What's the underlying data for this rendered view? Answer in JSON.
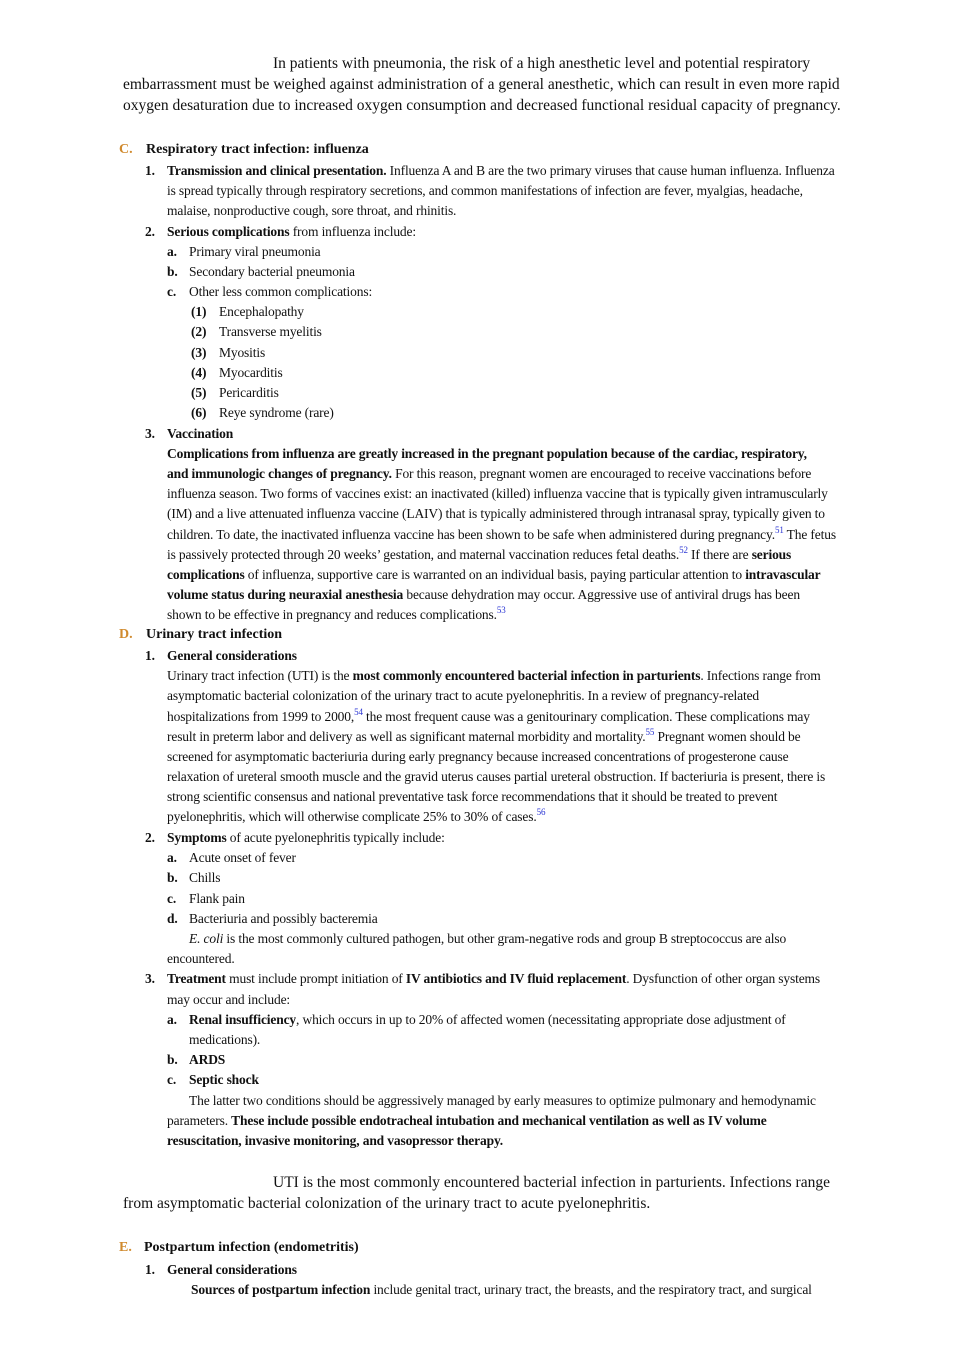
{
  "callout_top": {
    "line1": "In patients with pneumonia, the risk of a high anesthetic level and potential respiratory",
    "line2": "embarrassment must be weighed against administration of a general anesthetic, which can result in even more rapid",
    "line3": "oxygen desaturation due to increased oxygen consumption and decreased functional residual capacity of pregnancy."
  },
  "section_c": {
    "letter": "C.",
    "title": "Respiratory tract infection: influenza",
    "item1": {
      "num": "1.",
      "lead": "Transmission and clinical presentation.",
      "l1": " Influenza A and B are the two primary viruses that cause human influenza. Influenza",
      "l2": "is spread typically through respiratory secretions, and common manifestations of infection are fever, myalgias, headache,",
      "l3": "malaise, nonproductive cough, sore throat, and rhinitis."
    },
    "item2": {
      "num": "2.",
      "lead": "Serious complications",
      "rest": " from influenza include:",
      "a": {
        "let": "a.",
        "text": "Primary viral pneumonia"
      },
      "b": {
        "let": "b.",
        "text": "Secondary bacterial pneumonia"
      },
      "c": {
        "let": "c.",
        "text": "Other less common complications:"
      },
      "subs": [
        {
          "n": "(1)",
          "text": "Encephalopathy"
        },
        {
          "n": "(2)",
          "text": "Transverse myelitis"
        },
        {
          "n": "(3)",
          "text": "Myositis"
        },
        {
          "n": "(4)",
          "text": "Myocarditis"
        },
        {
          "n": "(5)",
          "text": "Pericarditis"
        },
        {
          "n": "(6)",
          "text": "Reye syndrome (rare)"
        }
      ]
    },
    "item3": {
      "num": "3.",
      "lead": "Vaccination",
      "p1": "Complications from influenza are greatly increased in the pregnant population because of the cardiac, respiratory,",
      "p2b": "and immunologic changes of pregnancy.",
      "p2": " For this reason, pregnant women are encouraged to receive vaccinations before",
      "p3": "influenza season. Two forms of vaccines exist: an inactivated (killed) influenza vaccine that is typically given intramuscularly",
      "p4": "(IM) and a live attenuated influenza vaccine (LAIV) that is typically administered through intranasal spray, typically given to",
      "p5": "children. To date, the inactivated influenza vaccine has been shown to be safe when administered during pregnancy.",
      "ref51": "51",
      "p5b": " The fetus",
      "p6": "is passively protected through 20 weeks’ gestation, and maternal vaccination reduces fetal deaths.",
      "ref52": "52",
      "p6b": " If there are ",
      "p6c": "serious",
      "p7a": "complications",
      "p7b": " of influenza, supportive care is warranted on an individual basis, paying particular attention to ",
      "p7c": "intravascular",
      "p8a": "volume status during neuraxial anesthesia",
      "p8b": " because dehydration may occur. Aggressive use of antiviral drugs has been",
      "p9": "shown to be effective in pregnancy and reduces complications.",
      "ref53": "53"
    }
  },
  "section_d": {
    "letter": "D.",
    "title": "Urinary tract infection",
    "item1": {
      "num": "1.",
      "lead": "General considerations",
      "q1a": "Urinary tract infection (UTI) is the ",
      "q1b": "most commonly encountered bacterial infection in parturients",
      "q1c": ". Infections range from",
      "q2": "asymptomatic bacterial colonization of the urinary tract to acute pyelonephritis. In a review of pregnancy-related",
      "q3": "hospitalizations from 1999 to 2000,",
      "ref54": "54",
      "q3b": " the most frequent cause was a genitourinary complication. These complications may",
      "q4": "result in preterm labor and delivery as well as significant maternal morbidity and mortality.",
      "ref55": "55",
      "q4b": " Pregnant women should be",
      "q5": "screened for asymptomatic bacteriuria during early pregnancy because increased concentrations of progesterone cause",
      "q6": "relaxation of ureteral smooth muscle and the gravid uterus causes partial ureteral obstruction. If bacteriuria is present, there is",
      "q7": "strong scientific consensus and national preventative task force recommendations that it should be treated to prevent",
      "q8": "pyelonephritis, which will otherwise complicate 25% to 30% of cases.",
      "ref56": "56"
    },
    "item2": {
      "num": "2.",
      "lead": "Symptoms",
      "rest": " of acute pyelonephritis typically include:",
      "a": {
        "let": "a.",
        "text": "Acute onset of fever"
      },
      "b": {
        "let": "b.",
        "text": "Chills"
      },
      "c": {
        "let": "c.",
        "text": "Flank pain"
      },
      "d": {
        "let": "d.",
        "text": "Bacteriuria and possibly bacteremia"
      },
      "ecoli": "E. coli",
      "ecoli_rest": " is the most commonly cultured pathogen, but other gram-negative rods and group B streptococcus are also",
      "ecoli_l2": "encountered."
    },
    "item3": {
      "num": "3.",
      "lead": "Treatment",
      "r1a": " must include prompt initiation of ",
      "r1b": "IV antibiotics and IV fluid replacement",
      "r1c": ". Dysfunction of other organ systems",
      "r2": "may occur and include:",
      "a_let": "a.",
      "a_lead": "Renal insufficiency",
      "a_rest": ", which occurs in up to 20% of affected women (necessitating appropriate dose adjustment of",
      "a_l2": "medications).",
      "b_let": "b.",
      "b_text": "ARDS",
      "c_let": "c.",
      "c_text": "Septic shock",
      "s1": "The latter two conditions should be aggressively managed by early measures to optimize pulmonary and hemodynamic",
      "s2a": "parameters. ",
      "s2b": "These include possible endotracheal intubation and mechanical ventilation as well as IV volume",
      "s3": "resuscitation, invasive monitoring, and vasopressor therapy."
    }
  },
  "callout_mid": {
    "line1": "UTI is the most commonly encountered bacterial infection in parturients. Infections range",
    "line2": "from asymptomatic bacterial colonization of the urinary tract to acute pyelonephritis."
  },
  "section_e": {
    "letter": "E.",
    "title": "Postpartum infection (endometritis)",
    "item1": {
      "num": "1.",
      "lead": "General considerations",
      "t1b": "Sources of postpartum infection",
      "t1": " include genital tract, urinary tract, the breasts, and the respiratory tract, and surgical"
    }
  }
}
